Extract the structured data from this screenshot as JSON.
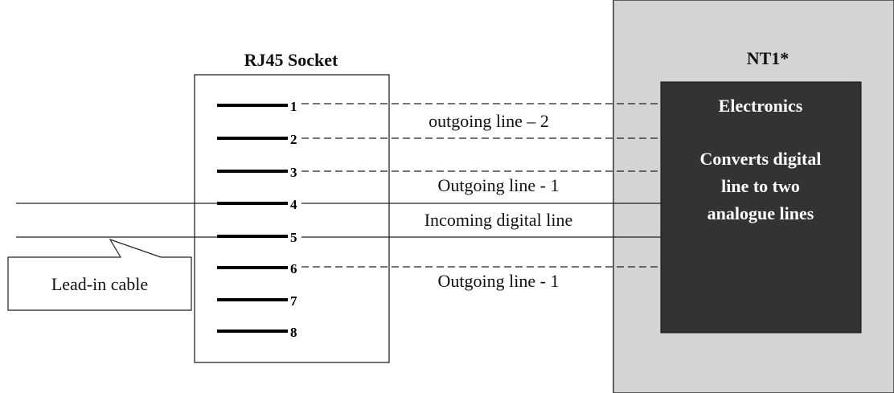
{
  "socket": {
    "title": "RJ45 Socket",
    "pins": [
      "1",
      "2",
      "3",
      "4",
      "5",
      "6",
      "7",
      "8"
    ]
  },
  "nt1": {
    "title": "NT1*",
    "electronics_title": "Electronics",
    "description_lines": [
      "Converts digital",
      "line to two",
      "analogue lines"
    ]
  },
  "connections": {
    "outgoing_2": "outgoing line – 2",
    "outgoing_1_upper": "Outgoing line - 1",
    "incoming": "Incoming digital line",
    "outgoing_1_lower": "Outgoing line - 1"
  },
  "callout": {
    "label": "Lead-in cable"
  }
}
